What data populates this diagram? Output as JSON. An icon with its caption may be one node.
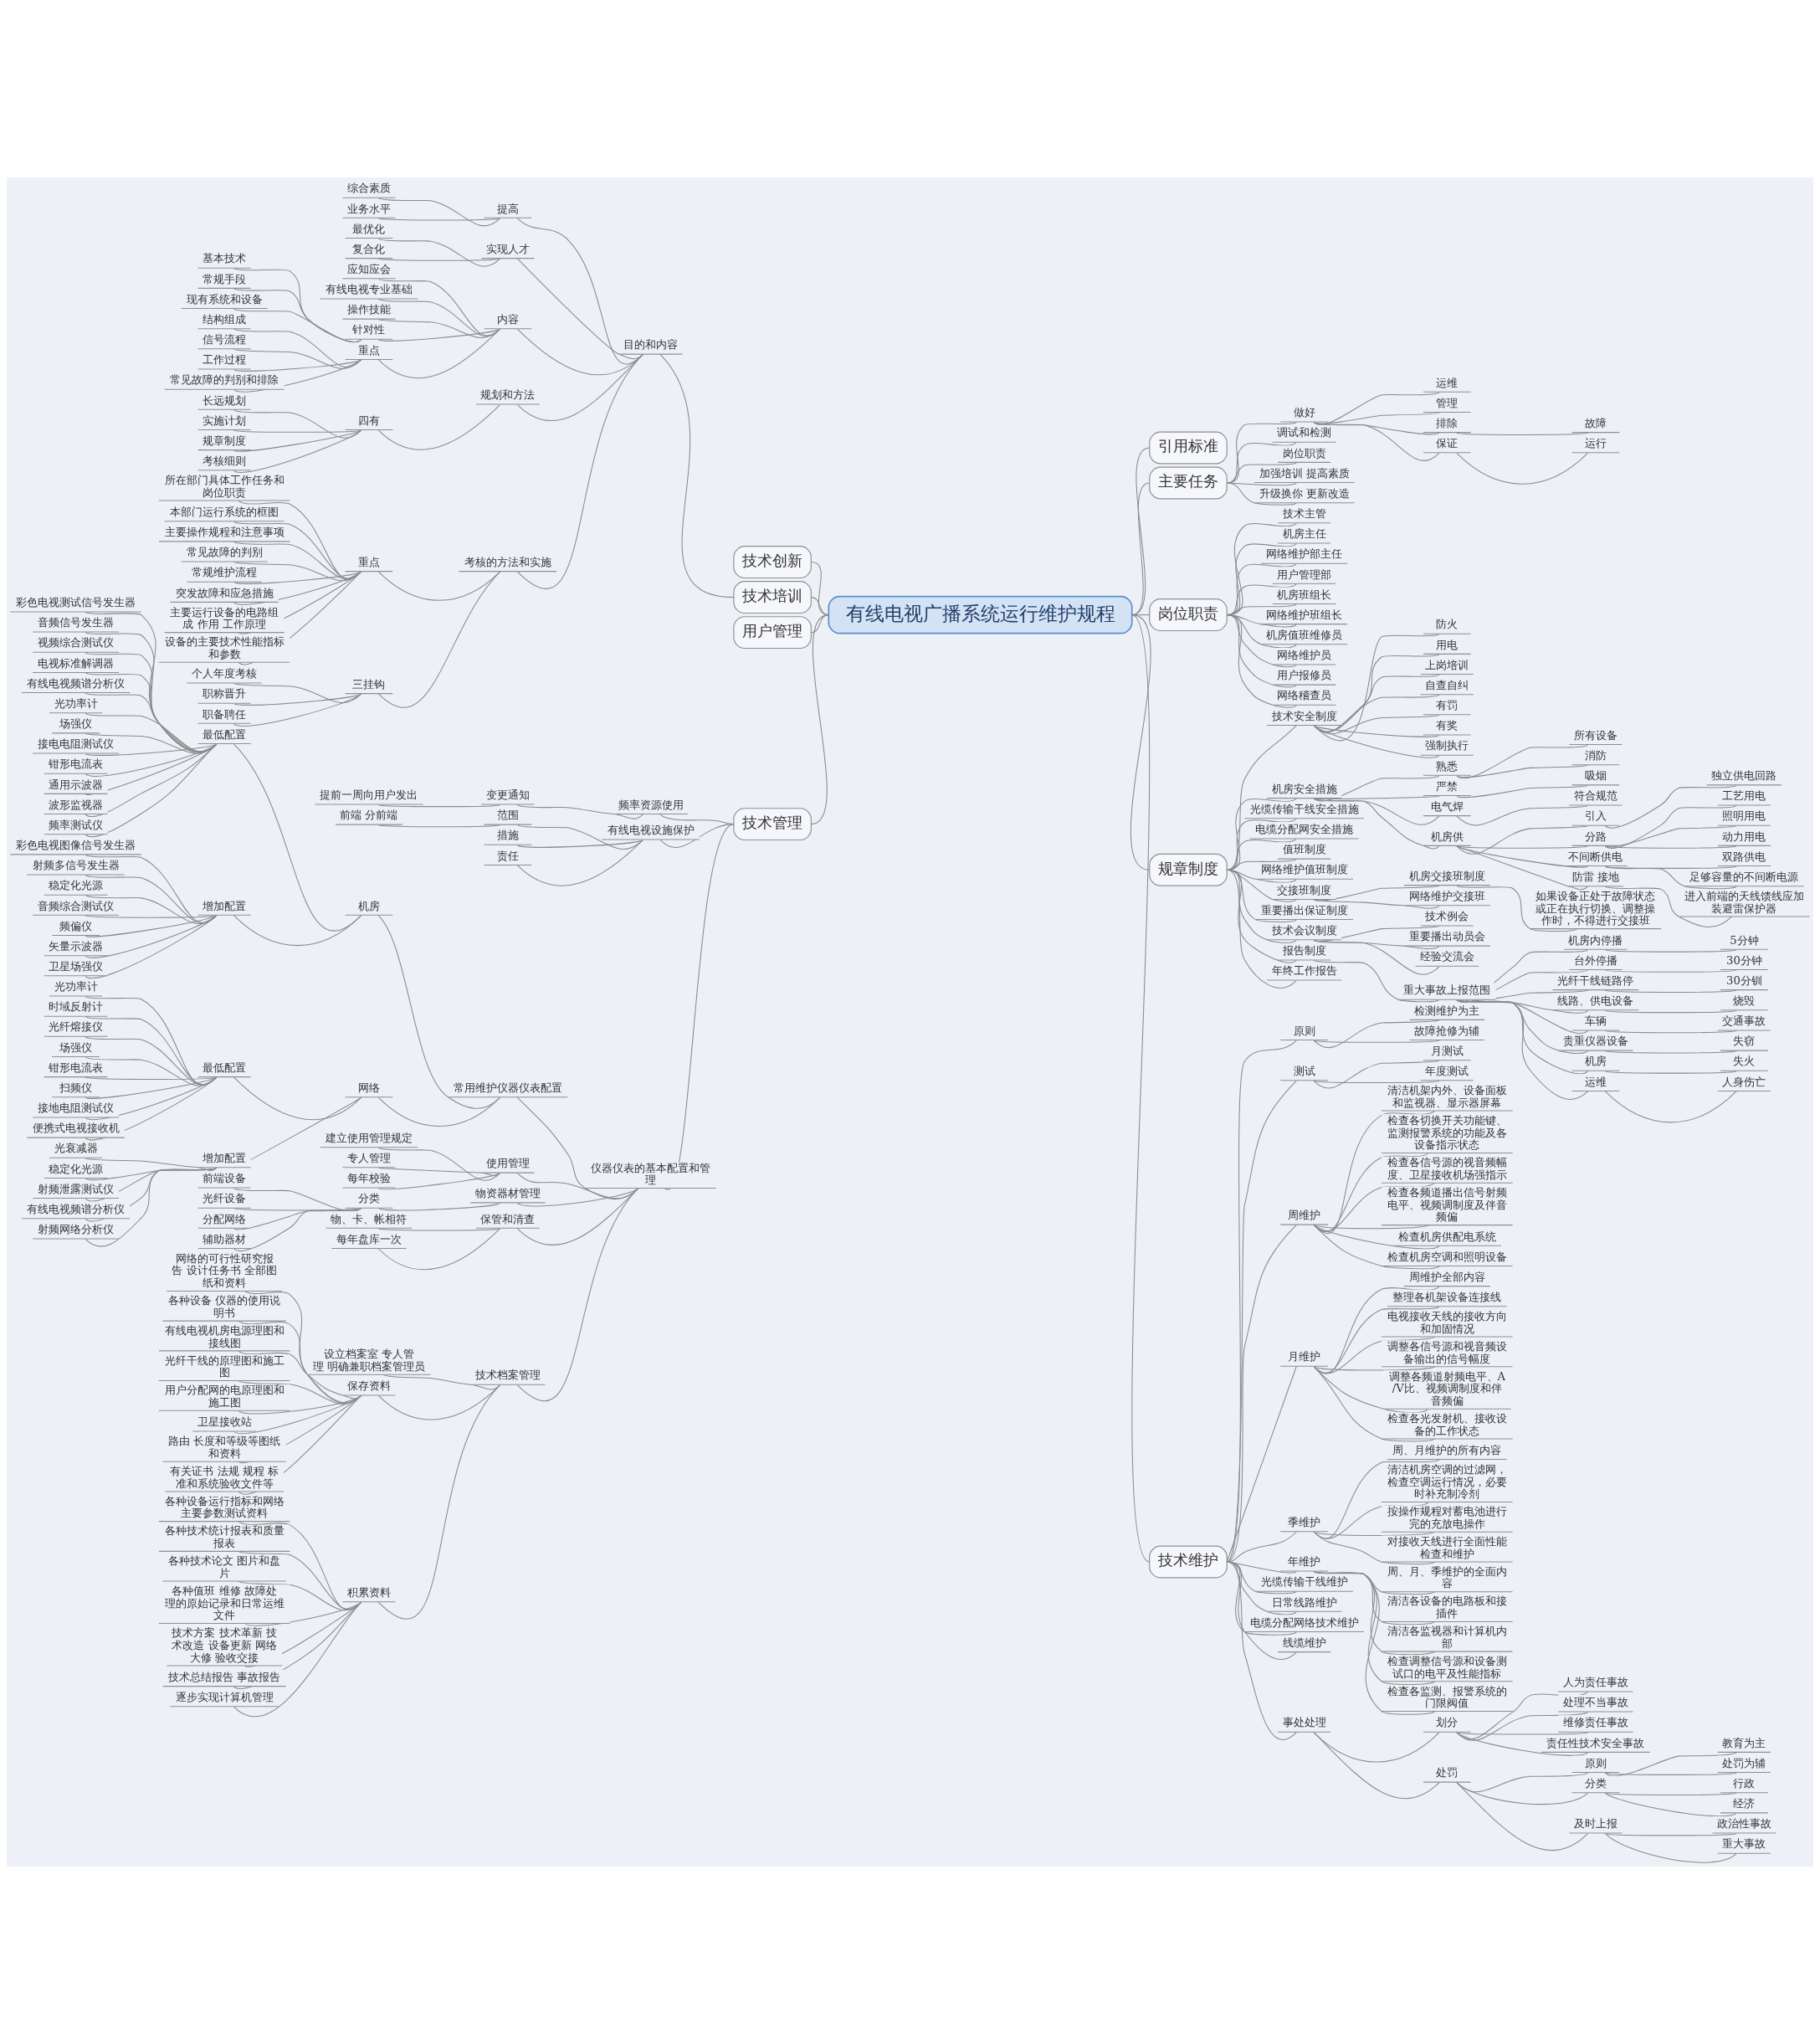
{
  "diagram": {
    "nodes": [
      {
        "text": [
          "有线电视广播系统运行维护规程"
        ]
      },
      {
        "text": [
          "引用标准"
        ]
      },
      {
        "text": [
          "主要任务"
        ]
      },
      {
        "text": [
          "岗位职责"
        ]
      },
      {
        "text": [
          "做好"
        ]
      },
      {
        "text": [
          "运维"
        ]
      },
      {
        "text": [
          "管理"
        ]
      },
      {
        "text": [
          "排除"
        ]
      },
      {
        "text": [
          "故障"
        ]
      },
      {
        "text": [
          "保证"
        ]
      },
      {
        "text": [
          "运行"
        ]
      },
      {
        "text": [
          "调试和检测"
        ]
      },
      {
        "text": [
          "岗位职责"
        ]
      },
      {
        "text": [
          "加强培训 提高素质"
        ]
      },
      {
        "text": [
          "升级换你 更新改造"
        ]
      },
      {
        "text": [
          "技术主管"
        ]
      },
      {
        "text": [
          "机房主任"
        ]
      },
      {
        "text": [
          "网络维护部主任"
        ]
      },
      {
        "text": [
          "用户管理部"
        ]
      },
      {
        "text": [
          "机房班组长"
        ]
      },
      {
        "text": [
          "网络维护班组长"
        ]
      },
      {
        "text": [
          "机房值班维修员"
        ]
      },
      {
        "text": [
          "网络维护员"
        ]
      },
      {
        "text": [
          "用户报修员"
        ]
      },
      {
        "text": [
          "网络稽查员"
        ]
      },
      {
        "text": [
          "规章制度"
        ]
      },
      {
        "text": [
          "技术安全制度"
        ]
      },
      {
        "text": [
          "防火"
        ]
      },
      {
        "text": [
          "用电"
        ]
      },
      {
        "text": [
          "上岗培训"
        ]
      },
      {
        "text": [
          "自查自纠"
        ]
      },
      {
        "text": [
          "有罚"
        ]
      },
      {
        "text": [
          "有奖"
        ]
      },
      {
        "text": [
          "强制执行"
        ]
      },
      {
        "text": [
          "机房安全措施"
        ]
      },
      {
        "text": [
          "熟悉"
        ]
      },
      {
        "text": [
          "所有设备"
        ]
      },
      {
        "text": [
          "消防"
        ]
      },
      {
        "text": [
          "严禁"
        ]
      },
      {
        "text": [
          "吸烟"
        ]
      },
      {
        "text": [
          "电气焊"
        ]
      },
      {
        "text": [
          "符合规范"
        ]
      },
      {
        "text": [
          "机房供"
        ]
      },
      {
        "text": [
          "引入"
        ]
      },
      {
        "text": [
          "独立供电回路"
        ]
      },
      {
        "text": [
          "分路"
        ]
      },
      {
        "text": [
          "工艺用电"
        ]
      },
      {
        "text": [
          "照明用电"
        ]
      },
      {
        "text": [
          "动力用电"
        ]
      },
      {
        "text": [
          "不间断供电"
        ]
      },
      {
        "text": [
          "双路供电"
        ]
      },
      {
        "text": [
          "足够容量的不间断电源"
        ]
      },
      {
        "text": [
          "防雷 接地"
        ]
      },
      {
        "text": [
          "进入前端的天线馈线应加装避雷保护器"
        ]
      },
      {
        "text": [
          "光缆传输干线安全措施"
        ]
      },
      {
        "text": [
          "电缆分配网安全措施"
        ]
      },
      {
        "text": [
          "值班制度"
        ]
      },
      {
        "text": [
          "网络维护值班制度"
        ]
      },
      {
        "text": [
          "交接班制度"
        ]
      },
      {
        "text": [
          "机房交接班制度"
        ]
      },
      {
        "text": [
          "如果设备正处于故障状态或正在执行切换、调整操作时，不得进行交接班"
        ]
      },
      {
        "text": [
          "网络维护交接班"
        ]
      },
      {
        "text": [
          "重要播出保证制度"
        ]
      },
      {
        "text": [
          "技术会议制度"
        ]
      },
      {
        "text": [
          "技术例会"
        ]
      },
      {
        "text": [
          "重要播出动员会"
        ]
      },
      {
        "text": [
          "经验交流会"
        ]
      },
      {
        "text": [
          "报告制度"
        ]
      },
      {
        "text": [
          "重大事故上报范围"
        ]
      },
      {
        "text": [
          "机房内停播"
        ]
      },
      {
        "text": [
          "5分钟"
        ]
      },
      {
        "text": [
          "台外停播"
        ]
      },
      {
        "text": [
          "30分钟"
        ]
      },
      {
        "text": [
          "光纤干线链路停"
        ]
      },
      {
        "text": [
          "30分钏"
        ]
      },
      {
        "text": [
          "线路、供电设备"
        ]
      },
      {
        "text": [
          "烧毁"
        ]
      },
      {
        "text": [
          "车辆"
        ]
      },
      {
        "text": [
          "交通事故"
        ]
      },
      {
        "text": [
          "贵重仪器设备"
        ]
      },
      {
        "text": [
          "失窃"
        ]
      },
      {
        "text": [
          "机房"
        ]
      },
      {
        "text": [
          "失火"
        ]
      },
      {
        "text": [
          "运维"
        ]
      },
      {
        "text": [
          "人身伤亡"
        ]
      },
      {
        "text": [
          "年终工作报告"
        ]
      },
      {
        "text": [
          "技术维护"
        ]
      },
      {
        "text": [
          "原则"
        ]
      },
      {
        "text": [
          "检测维护为主"
        ]
      },
      {
        "text": [
          "故障抢修为辅"
        ]
      },
      {
        "text": [
          "测试"
        ]
      },
      {
        "text": [
          "月测试"
        ]
      },
      {
        "text": [
          "年度测试"
        ]
      },
      {
        "text": [
          "周维护"
        ]
      },
      {
        "text": [
          "清洁机架内外、设备面板和监视器、显示器屏幕"
        ]
      },
      {
        "text": [
          "检查各切换开关功能键、监测报警系统的功能及各设备指示状态"
        ]
      },
      {
        "text": [
          "检查各信号源的视音频幅度、卫星接收机场强指示"
        ]
      },
      {
        "text": [
          "检查各频道播出信号射频电平、视频调制度及伴音频偏"
        ]
      },
      {
        "text": [
          "检查机房供配电系统"
        ]
      },
      {
        "text": [
          "检查机房空调和照明设备"
        ]
      },
      {
        "text": [
          "月维护"
        ]
      },
      {
        "text": [
          "周维护全部内容"
        ]
      },
      {
        "text": [
          "整理各机架设备连接线"
        ]
      },
      {
        "text": [
          "电视接收天线的接收方向和加固情况"
        ]
      },
      {
        "text": [
          "调整各信号源和视音频设备输出的信号幅度"
        ]
      },
      {
        "text": [
          "调整各频道射频电平、A/V比、视频调制度和伴音频偏"
        ]
      },
      {
        "text": [
          "检查各光发射机、接收设备的工作状态"
        ]
      },
      {
        "text": [
          "季维护"
        ]
      },
      {
        "text": [
          "周、月维护的所有内容"
        ]
      },
      {
        "text": [
          "清洁机房空调的过滤网，检查空调运行情况，必要时补充制冷剂"
        ]
      },
      {
        "text": [
          "按操作规程对蓄电池进行完的充放电操作"
        ]
      },
      {
        "text": [
          "对接收天线进行全面性能检查和维护"
        ]
      },
      {
        "text": [
          "年维护"
        ]
      },
      {
        "text": [
          "周、月、季维护的全面内容"
        ]
      },
      {
        "text": [
          "清洁各设备的电路板和接插件"
        ]
      },
      {
        "text": [
          "清洁各监视器和计算机内部"
        ]
      },
      {
        "text": [
          "检查调整信号源和设备测试口的电平及性能指标"
        ]
      },
      {
        "text": [
          "检查各监测、报警系统的门限阀值"
        ]
      },
      {
        "text": [
          "光缆传输干线维护"
        ]
      },
      {
        "text": [
          "日常线路维护"
        ]
      },
      {
        "text": [
          "电缆分配网络技术维护"
        ]
      },
      {
        "text": [
          "线缆维护"
        ]
      },
      {
        "text": [
          "事处处理"
        ]
      },
      {
        "text": [
          "划分"
        ]
      },
      {
        "text": [
          "人为责任事故"
        ]
      },
      {
        "text": [
          "处理不当事故"
        ]
      },
      {
        "text": [
          "维修责任事故"
        ]
      },
      {
        "text": [
          "责任性技术安全事故"
        ]
      },
      {
        "text": [
          "处罚"
        ]
      },
      {
        "text": [
          "原则"
        ]
      },
      {
        "text": [
          "教育为主"
        ]
      },
      {
        "text": [
          "处罚为辅"
        ]
      },
      {
        "text": [
          "分类"
        ]
      },
      {
        "text": [
          "行政"
        ]
      },
      {
        "text": [
          "经济"
        ]
      },
      {
        "text": [
          "及时上报"
        ]
      },
      {
        "text": [
          "政治性事故"
        ]
      },
      {
        "text": [
          "重大事故"
        ]
      },
      {
        "text": [
          "技术创新"
        ]
      },
      {
        "text": [
          "技术培训"
        ]
      },
      {
        "text": [
          "目的和内容"
        ]
      },
      {
        "text": [
          "提高"
        ]
      },
      {
        "text": [
          "综合素质"
        ]
      },
      {
        "text": [
          "业务水平"
        ]
      },
      {
        "text": [
          "实现人才"
        ]
      },
      {
        "text": [
          "最优化"
        ]
      },
      {
        "text": [
          "复合化"
        ]
      },
      {
        "text": [
          "内容"
        ]
      },
      {
        "text": [
          "应知应会"
        ]
      },
      {
        "text": [
          "有线电视专业基础"
        ]
      },
      {
        "text": [
          "操作技能"
        ]
      },
      {
        "text": [
          "针对性"
        ]
      },
      {
        "text": [
          "基本技术"
        ]
      },
      {
        "text": [
          "常规手段"
        ]
      },
      {
        "text": [
          "现有系统和设备"
        ]
      },
      {
        "text": [
          "重点"
        ]
      },
      {
        "text": [
          "结构组成"
        ]
      },
      {
        "text": [
          "信号流程"
        ]
      },
      {
        "text": [
          "工作过程"
        ]
      },
      {
        "text": [
          "常见故障的判别和排除"
        ]
      },
      {
        "text": [
          "规划和方法"
        ]
      },
      {
        "text": [
          "四有"
        ]
      },
      {
        "text": [
          "长远规划"
        ]
      },
      {
        "text": [
          "实施计划"
        ]
      },
      {
        "text": [
          "规章制度"
        ]
      },
      {
        "text": [
          "考核细则"
        ]
      },
      {
        "text": [
          "考核的方法和实施"
        ]
      },
      {
        "text": [
          "重点"
        ]
      },
      {
        "text": [
          "所在部门具体工作任务和岗位职责"
        ]
      },
      {
        "text": [
          "本部门运行系统的框图"
        ]
      },
      {
        "text": [
          "主要操作规程和注意事项"
        ]
      },
      {
        "text": [
          "常见故障的判别"
        ]
      },
      {
        "text": [
          "常规维护流程"
        ]
      },
      {
        "text": [
          "突发故障和应急措施"
        ]
      },
      {
        "text": [
          "主要运行设备的电路组成 作用 工作原理"
        ]
      },
      {
        "text": [
          "设备的主要技术性能指标和参数"
        ]
      },
      {
        "text": [
          "三挂钩"
        ]
      },
      {
        "text": [
          "个人年度考核"
        ]
      },
      {
        "text": [
          "职称晋升"
        ]
      },
      {
        "text": [
          "职备聘任"
        ]
      },
      {
        "text": [
          "用户管理"
        ]
      },
      {
        "text": [
          "技术管理"
        ]
      },
      {
        "text": [
          "频率资源使用"
        ]
      },
      {
        "text": [
          "变更通知"
        ]
      },
      {
        "text": [
          "提前一周向用户发出"
        ]
      },
      {
        "text": [
          "有线电视设施保护"
        ]
      },
      {
        "text": [
          "范围"
        ]
      },
      {
        "text": [
          "前端 分前端"
        ]
      },
      {
        "text": [
          "措施"
        ]
      },
      {
        "text": [
          "责任"
        ]
      },
      {
        "text": [
          "仪器仪表的基本配置和管理"
        ]
      },
      {
        "text": [
          "常用维护仪器仪表配置"
        ]
      },
      {
        "text": [
          "机房"
        ]
      },
      {
        "text": [
          "最低配置"
        ]
      },
      {
        "text": [
          "彩色电视测试信号发生器"
        ]
      },
      {
        "text": [
          "音频信号发生器"
        ]
      },
      {
        "text": [
          "视频综合测试仪"
        ]
      },
      {
        "text": [
          "电视标准解调器"
        ]
      },
      {
        "text": [
          "有线电视频谱分析仪"
        ]
      },
      {
        "text": [
          "光功率计"
        ]
      },
      {
        "text": [
          "场强仪"
        ]
      },
      {
        "text": [
          "接电电阻测试仪"
        ]
      },
      {
        "text": [
          "钳形电流表"
        ]
      },
      {
        "text": [
          "通用示波器"
        ]
      },
      {
        "text": [
          "波形监视器"
        ]
      },
      {
        "text": [
          "频率测试仪"
        ]
      },
      {
        "text": [
          "增加配置"
        ]
      },
      {
        "text": [
          "彩色电视图像信号发生器"
        ]
      },
      {
        "text": [
          "射频多信号发生器"
        ]
      },
      {
        "text": [
          "稳定化光源"
        ]
      },
      {
        "text": [
          "音频综合测试仪"
        ]
      },
      {
        "text": [
          "频偏仪"
        ]
      },
      {
        "text": [
          "矢量示波器"
        ]
      },
      {
        "text": [
          "卫星场强仪"
        ]
      },
      {
        "text": [
          "网络"
        ]
      },
      {
        "text": [
          "最低配置"
        ]
      },
      {
        "text": [
          "光功率计"
        ]
      },
      {
        "text": [
          "时域反射计"
        ]
      },
      {
        "text": [
          "光纤熔接仪"
        ]
      },
      {
        "text": [
          "场强仪"
        ]
      },
      {
        "text": [
          "钳形电流表"
        ]
      },
      {
        "text": [
          "扫频仪"
        ]
      },
      {
        "text": [
          "接地电阻测试仪"
        ]
      },
      {
        "text": [
          "便携式电视接收机"
        ]
      },
      {
        "text": [
          "增加配置"
        ]
      },
      {
        "text": [
          "光衰减器"
        ]
      },
      {
        "text": [
          "稳定化光源"
        ]
      },
      {
        "text": [
          "射频泄露测试仪"
        ]
      },
      {
        "text": [
          "有线电视频谱分析仪"
        ]
      },
      {
        "text": [
          "射频网络分析仪"
        ]
      },
      {
        "text": [
          "使用管理"
        ]
      },
      {
        "text": [
          "建立使用管理规定"
        ]
      },
      {
        "text": [
          "专人管理"
        ]
      },
      {
        "text": [
          "每年校验"
        ]
      },
      {
        "text": [
          "物资器材管理"
        ]
      },
      {
        "text": [
          "分类"
        ]
      },
      {
        "text": [
          "前端设备"
        ]
      },
      {
        "text": [
          "光纤设备"
        ]
      },
      {
        "text": [
          "分配网络"
        ]
      },
      {
        "text": [
          "辅助器材"
        ]
      },
      {
        "text": [
          "保管和清查"
        ]
      },
      {
        "text": [
          "物、卡、帐相符"
        ]
      },
      {
        "text": [
          "每年盘库一次"
        ]
      },
      {
        "text": [
          "技术档案管理"
        ]
      },
      {
        "text": [
          "设立档案室 专人管理 明确兼职档案管理员"
        ]
      },
      {
        "text": [
          "保存资料"
        ]
      },
      {
        "text": [
          "网络的可行性研究报告 设计任务书 全部图纸和资料"
        ]
      },
      {
        "text": [
          "各种设备 仪器的使用说明书"
        ]
      },
      {
        "text": [
          "有线电视机房电源理图和接线图"
        ]
      },
      {
        "text": [
          "光纤干线的原理图和施工图"
        ]
      },
      {
        "text": [
          "用户分配网的电原理图和施工图"
        ]
      },
      {
        "text": [
          "卫星接收站"
        ]
      },
      {
        "text": [
          "路由 长度和等级等图纸和资料"
        ]
      },
      {
        "text": [
          "有关证书 法规 规程 标准和系统验收文件等"
        ]
      },
      {
        "text": [
          "积累资料"
        ]
      },
      {
        "text": [
          "各种设备运行指标和网络主要参数测试资料"
        ]
      },
      {
        "text": [
          "各种技术统计报表和质量报表"
        ]
      },
      {
        "text": [
          "各种技术论文 图片和盘片"
        ]
      },
      {
        "text": [
          "各种值班 维修 故障处理的原始记录和日常运维文件"
        ]
      },
      {
        "text": [
          "技术方案 技术革新 技术改造 设备更新 网络大修 验收交接"
        ]
      },
      {
        "text": [
          "技术总结报告 事故报告"
        ]
      },
      {
        "text": [
          "逐步实现计算机管理"
        ]
      }
    ],
    "edges": [
      {
        "from": 0,
        "to": 1,
        "arrow": "none"
      },
      {
        "from": 0,
        "to": 2,
        "arrow": "none"
      },
      {
        "from": 2,
        "to": 4,
        "arrow": "none"
      },
      {
        "from": 4,
        "to": 5,
        "arrow": "none"
      },
      {
        "from": 4,
        "to": 6,
        "arrow": "none"
      },
      {
        "from": 4,
        "to": 7,
        "arrow": "none"
      },
      {
        "from": 7,
        "to": 8,
        "arrow": "none"
      },
      {
        "from": 4,
        "to": 9,
        "arrow": "none"
      },
      {
        "from": 9,
        "to": 10,
        "arrow": "none"
      },
      {
        "from": 2,
        "to": 11,
        "arrow": "none"
      },
      {
        "from": 2,
        "to": 12,
        "arrow": "none"
      },
      {
        "from": 2,
        "to": 13,
        "arrow": "none"
      },
      {
        "from": 2,
        "to": 14,
        "arrow": "none"
      },
      {
        "from": 0,
        "to": 3,
        "arrow": "none"
      },
      {
        "from": 3,
        "to": 15,
        "arrow": "none"
      },
      {
        "from": 3,
        "to": 16,
        "arrow": "none"
      },
      {
        "from": 3,
        "to": 17,
        "arrow": "none"
      },
      {
        "from": 3,
        "to": 18,
        "arrow": "none"
      },
      {
        "from": 3,
        "to": 19,
        "arrow": "none"
      },
      {
        "from": 3,
        "to": 20,
        "arrow": "none"
      },
      {
        "from": 3,
        "to": 21,
        "arrow": "none"
      },
      {
        "from": 3,
        "to": 22,
        "arrow": "none"
      },
      {
        "from": 3,
        "to": 23,
        "arrow": "none"
      },
      {
        "from": 3,
        "to": 24,
        "arrow": "none"
      },
      {
        "from": 0,
        "to": 25,
        "arrow": "none"
      },
      {
        "from": 25,
        "to": 26,
        "arrow": "none"
      },
      {
        "from": 26,
        "to": 27,
        "arrow": "none"
      },
      {
        "from": 26,
        "to": 28,
        "arrow": "none"
      },
      {
        "from": 26,
        "to": 29,
        "arrow": "none"
      },
      {
        "from": 26,
        "to": 30,
        "arrow": "none"
      },
      {
        "from": 26,
        "to": 31,
        "arrow": "none"
      },
      {
        "from": 26,
        "to": 32,
        "arrow": "none"
      },
      {
        "from": 26,
        "to": 33,
        "arrow": "none"
      },
      {
        "from": 25,
        "to": 34,
        "arrow": "none"
      },
      {
        "from": 34,
        "to": 35,
        "arrow": "none"
      },
      {
        "from": 35,
        "to": 36,
        "arrow": "none"
      },
      {
        "from": 35,
        "to": 37,
        "arrow": "none"
      },
      {
        "from": 34,
        "to": 38,
        "arrow": "none"
      },
      {
        "from": 38,
        "to": 39,
        "arrow": "none"
      },
      {
        "from": 34,
        "to": 40,
        "arrow": "none"
      },
      {
        "from": 40,
        "to": 41,
        "arrow": "none"
      },
      {
        "from": 34,
        "to": 42,
        "arrow": "none"
      },
      {
        "from": 42,
        "to": 43,
        "arrow": "none"
      },
      {
        "from": 43,
        "to": 44,
        "arrow": "none"
      },
      {
        "from": 42,
        "to": 45,
        "arrow": "none"
      },
      {
        "from": 45,
        "to": 46,
        "arrow": "none"
      },
      {
        "from": 45,
        "to": 47,
        "arrow": "none"
      },
      {
        "from": 45,
        "to": 48,
        "arrow": "none"
      },
      {
        "from": 42,
        "to": 49,
        "arrow": "none"
      },
      {
        "from": 49,
        "to": 50,
        "arrow": "none"
      },
      {
        "from": 49,
        "to": 51,
        "arrow": "none"
      },
      {
        "from": 42,
        "to": 52,
        "arrow": "none"
      },
      {
        "from": 52,
        "to": 53,
        "arrow": "none"
      },
      {
        "from": 25,
        "to": 54,
        "arrow": "none"
      },
      {
        "from": 25,
        "to": 55,
        "arrow": "none"
      },
      {
        "from": 25,
        "to": 56,
        "arrow": "none"
      },
      {
        "from": 25,
        "to": 57,
        "arrow": "none"
      },
      {
        "from": 25,
        "to": 58,
        "arrow": "none"
      },
      {
        "from": 58,
        "to": 59,
        "arrow": "none"
      },
      {
        "from": 59,
        "to": 60,
        "arrow": "none"
      },
      {
        "from": 58,
        "to": 61,
        "arrow": "none"
      },
      {
        "from": 25,
        "to": 62,
        "arrow": "none"
      },
      {
        "from": 25,
        "to": 63,
        "arrow": "none"
      },
      {
        "from": 63,
        "to": 64,
        "arrow": "none"
      },
      {
        "from": 63,
        "to": 65,
        "arrow": "none"
      },
      {
        "from": 63,
        "to": 66,
        "arrow": "none"
      },
      {
        "from": 25,
        "to": 67,
        "arrow": "none"
      },
      {
        "from": 67,
        "to": 68,
        "arrow": "none"
      },
      {
        "from": 68,
        "to": 69,
        "arrow": "none"
      },
      {
        "from": 69,
        "to": 70,
        "arrow": "none"
      },
      {
        "from": 68,
        "to": 71,
        "arrow": "none"
      },
      {
        "from": 71,
        "to": 72,
        "arrow": "none"
      },
      {
        "from": 68,
        "to": 73,
        "arrow": "none"
      },
      {
        "from": 73,
        "to": 74,
        "arrow": "none"
      },
      {
        "from": 68,
        "to": 75,
        "arrow": "none"
      },
      {
        "from": 75,
        "to": 76,
        "arrow": "none"
      },
      {
        "from": 68,
        "to": 77,
        "arrow": "none"
      },
      {
        "from": 77,
        "to": 78,
        "arrow": "none"
      },
      {
        "from": 68,
        "to": 79,
        "arrow": "none"
      },
      {
        "from": 79,
        "to": 80,
        "arrow": "none"
      },
      {
        "from": 68,
        "to": 81,
        "arrow": "none"
      },
      {
        "from": 81,
        "to": 82,
        "arrow": "none"
      },
      {
        "from": 68,
        "to": 83,
        "arrow": "none"
      },
      {
        "from": 83,
        "to": 84,
        "arrow": "none"
      },
      {
        "from": 25,
        "to": 85,
        "arrow": "none"
      },
      {
        "from": 0,
        "to": 86,
        "arrow": "none"
      },
      {
        "from": 86,
        "to": 87,
        "arrow": "none"
      },
      {
        "from": 87,
        "to": 88,
        "arrow": "none"
      },
      {
        "from": 87,
        "to": 89,
        "arrow": "none"
      },
      {
        "from": 86,
        "to": 90,
        "arrow": "none"
      },
      {
        "from": 90,
        "to": 91,
        "arrow": "none"
      },
      {
        "from": 90,
        "to": 92,
        "arrow": "none"
      },
      {
        "from": 86,
        "to": 93,
        "arrow": "none"
      },
      {
        "from": 93,
        "to": 94,
        "arrow": "none"
      },
      {
        "from": 93,
        "to": 95,
        "arrow": "none"
      },
      {
        "from": 93,
        "to": 96,
        "arrow": "none"
      },
      {
        "from": 93,
        "to": 97,
        "arrow": "none"
      },
      {
        "from": 93,
        "to": 98,
        "arrow": "none"
      },
      {
        "from": 93,
        "to": 99,
        "arrow": "none"
      },
      {
        "from": 86,
        "to": 100,
        "arrow": "none"
      },
      {
        "from": 100,
        "to": 101,
        "arrow": "none"
      },
      {
        "from": 100,
        "to": 102,
        "arrow": "none"
      },
      {
        "from": 100,
        "to": 103,
        "arrow": "none"
      },
      {
        "from": 100,
        "to": 104,
        "arrow": "none"
      },
      {
        "from": 100,
        "to": 105,
        "arrow": "none"
      },
      {
        "from": 100,
        "to": 106,
        "arrow": "none"
      },
      {
        "from": 86,
        "to": 107,
        "arrow": "none"
      },
      {
        "from": 107,
        "to": 108,
        "arrow": "none"
      },
      {
        "from": 107,
        "to": 109,
        "arrow": "none"
      },
      {
        "from": 107,
        "to": 110,
        "arrow": "none"
      },
      {
        "from": 107,
        "to": 111,
        "arrow": "none"
      },
      {
        "from": 86,
        "to": 112,
        "arrow": "none"
      },
      {
        "from": 112,
        "to": 113,
        "arrow": "none"
      },
      {
        "from": 112,
        "to": 114,
        "arrow": "none"
      },
      {
        "from": 112,
        "to": 115,
        "arrow": "none"
      },
      {
        "from": 112,
        "to": 116,
        "arrow": "none"
      },
      {
        "from": 112,
        "to": 117,
        "arrow": "none"
      },
      {
        "from": 86,
        "to": 118,
        "arrow": "none"
      },
      {
        "from": 86,
        "to": 119,
        "arrow": "none"
      },
      {
        "from": 86,
        "to": 120,
        "arrow": "none"
      },
      {
        "from": 86,
        "to": 121,
        "arrow": "none"
      },
      {
        "from": 86,
        "to": 122,
        "arrow": "none"
      },
      {
        "from": 122,
        "to": 123,
        "arrow": "none"
      },
      {
        "from": 123,
        "to": 124,
        "arrow": "none"
      },
      {
        "from": 123,
        "to": 125,
        "arrow": "none"
      },
      {
        "from": 123,
        "to": 126,
        "arrow": "none"
      },
      {
        "from": 123,
        "to": 127,
        "arrow": "none"
      },
      {
        "from": 122,
        "to": 128,
        "arrow": "none"
      },
      {
        "from": 128,
        "to": 129,
        "arrow": "none"
      },
      {
        "from": 129,
        "to": 130,
        "arrow": "none"
      },
      {
        "from": 129,
        "to": 131,
        "arrow": "none"
      },
      {
        "from": 128,
        "to": 132,
        "arrow": "none"
      },
      {
        "from": 132,
        "to": 133,
        "arrow": "none"
      },
      {
        "from": 132,
        "to": 134,
        "arrow": "none"
      },
      {
        "from": 128,
        "to": 135,
        "arrow": "none"
      },
      {
        "from": 135,
        "to": 136,
        "arrow": "none"
      },
      {
        "from": 135,
        "to": 137,
        "arrow": "none"
      },
      {
        "from": 0,
        "to": 138,
        "arrow": "none"
      },
      {
        "from": 0,
        "to": 139,
        "arrow": "none"
      },
      {
        "from": 139,
        "to": 140,
        "arrow": "none"
      },
      {
        "from": 140,
        "to": 141,
        "arrow": "none"
      },
      {
        "from": 141,
        "to": 142,
        "arrow": "none"
      },
      {
        "from": 141,
        "to": 143,
        "arrow": "none"
      },
      {
        "from": 140,
        "to": 144,
        "arrow": "none"
      },
      {
        "from": 144,
        "to": 145,
        "arrow": "none"
      },
      {
        "from": 144,
        "to": 146,
        "arrow": "none"
      },
      {
        "from": 140,
        "to": 147,
        "arrow": "none"
      },
      {
        "from": 147,
        "to": 148,
        "arrow": "none"
      },
      {
        "from": 147,
        "to": 149,
        "arrow": "none"
      },
      {
        "from": 147,
        "to": 150,
        "arrow": "none"
      },
      {
        "from": 147,
        "to": 151,
        "arrow": "none"
      },
      {
        "from": 151,
        "to": 152,
        "arrow": "none"
      },
      {
        "from": 151,
        "to": 153,
        "arrow": "none"
      },
      {
        "from": 151,
        "to": 154,
        "arrow": "none"
      },
      {
        "from": 147,
        "to": 155,
        "arrow": "none"
      },
      {
        "from": 155,
        "to": 156,
        "arrow": "none"
      },
      {
        "from": 155,
        "to": 157,
        "arrow": "none"
      },
      {
        "from": 155,
        "to": 158,
        "arrow": "none"
      },
      {
        "from": 155,
        "to": 159,
        "arrow": "none"
      },
      {
        "from": 140,
        "to": 160,
        "arrow": "none"
      },
      {
        "from": 160,
        "to": 161,
        "arrow": "none"
      },
      {
        "from": 161,
        "to": 162,
        "arrow": "none"
      },
      {
        "from": 161,
        "to": 163,
        "arrow": "none"
      },
      {
        "from": 161,
        "to": 164,
        "arrow": "none"
      },
      {
        "from": 161,
        "to": 165,
        "arrow": "none"
      },
      {
        "from": 140,
        "to": 166,
        "arrow": "none"
      },
      {
        "from": 166,
        "to": 167,
        "arrow": "none"
      },
      {
        "from": 167,
        "to": 168,
        "arrow": "none"
      },
      {
        "from": 167,
        "to": 169,
        "arrow": "none"
      },
      {
        "from": 167,
        "to": 170,
        "arrow": "none"
      },
      {
        "from": 167,
        "to": 171,
        "arrow": "none"
      },
      {
        "from": 167,
        "to": 172,
        "arrow": "none"
      },
      {
        "from": 167,
        "to": 173,
        "arrow": "none"
      },
      {
        "from": 167,
        "to": 174,
        "arrow": "none"
      },
      {
        "from": 167,
        "to": 175,
        "arrow": "none"
      },
      {
        "from": 166,
        "to": 176,
        "arrow": "none"
      },
      {
        "from": 176,
        "to": 177,
        "arrow": "none"
      },
      {
        "from": 176,
        "to": 178,
        "arrow": "none"
      },
      {
        "from": 176,
        "to": 179,
        "arrow": "none"
      },
      {
        "from": 0,
        "to": 180,
        "arrow": "none"
      },
      {
        "from": 0,
        "to": 181,
        "arrow": "none"
      },
      {
        "from": 181,
        "to": 182,
        "arrow": "none"
      },
      {
        "from": 182,
        "to": 183,
        "arrow": "none"
      },
      {
        "from": 183,
        "to": 184,
        "arrow": "none"
      },
      {
        "from": 181,
        "to": 185,
        "arrow": "none"
      },
      {
        "from": 185,
        "to": 186,
        "arrow": "none"
      },
      {
        "from": 186,
        "to": 187,
        "arrow": "none"
      },
      {
        "from": 185,
        "to": 188,
        "arrow": "none"
      },
      {
        "from": 185,
        "to": 189,
        "arrow": "none"
      },
      {
        "from": 181,
        "to": 190,
        "arrow": "none"
      },
      {
        "from": 190,
        "to": 191,
        "arrow": "none"
      },
      {
        "from": 191,
        "to": 192,
        "arrow": "none"
      },
      {
        "from": 192,
        "to": 193,
        "arrow": "none"
      },
      {
        "from": 193,
        "to": 194,
        "arrow": "none"
      },
      {
        "from": 193,
        "to": 195,
        "arrow": "none"
      },
      {
        "from": 193,
        "to": 196,
        "arrow": "none"
      },
      {
        "from": 193,
        "to": 197,
        "arrow": "none"
      },
      {
        "from": 193,
        "to": 198,
        "arrow": "none"
      },
      {
        "from": 193,
        "to": 199,
        "arrow": "none"
      },
      {
        "from": 193,
        "to": 200,
        "arrow": "none"
      },
      {
        "from": 193,
        "to": 201,
        "arrow": "none"
      },
      {
        "from": 193,
        "to": 202,
        "arrow": "none"
      },
      {
        "from": 193,
        "to": 203,
        "arrow": "none"
      },
      {
        "from": 193,
        "to": 204,
        "arrow": "none"
      },
      {
        "from": 193,
        "to": 205,
        "arrow": "none"
      },
      {
        "from": 192,
        "to": 206,
        "arrow": "none"
      },
      {
        "from": 206,
        "to": 207,
        "arrow": "none"
      },
      {
        "from": 206,
        "to": 208,
        "arrow": "none"
      },
      {
        "from": 206,
        "to": 209,
        "arrow": "none"
      },
      {
        "from": 206,
        "to": 210,
        "arrow": "none"
      },
      {
        "from": 206,
        "to": 211,
        "arrow": "none"
      },
      {
        "from": 206,
        "to": 212,
        "arrow": "none"
      },
      {
        "from": 206,
        "to": 213,
        "arrow": "none"
      },
      {
        "from": 191,
        "to": 214,
        "arrow": "none"
      },
      {
        "from": 214,
        "to": 215,
        "arrow": "none"
      },
      {
        "from": 215,
        "to": 216,
        "arrow": "none"
      },
      {
        "from": 215,
        "to": 217,
        "arrow": "none"
      },
      {
        "from": 215,
        "to": 218,
        "arrow": "none"
      },
      {
        "from": 215,
        "to": 219,
        "arrow": "none"
      },
      {
        "from": 215,
        "to": 220,
        "arrow": "none"
      },
      {
        "from": 215,
        "to": 221,
        "arrow": "none"
      },
      {
        "from": 215,
        "to": 222,
        "arrow": "none"
      },
      {
        "from": 215,
        "to": 223,
        "arrow": "none"
      },
      {
        "from": 214,
        "to": 224,
        "arrow": "none"
      },
      {
        "from": 224,
        "to": 225,
        "arrow": "none"
      },
      {
        "from": 224,
        "to": 226,
        "arrow": "none"
      },
      {
        "from": 224,
        "to": 227,
        "arrow": "none"
      },
      {
        "from": 224,
        "to": 228,
        "arrow": "none"
      },
      {
        "from": 224,
        "to": 229,
        "arrow": "none"
      },
      {
        "from": 190,
        "to": 230,
        "arrow": "none"
      },
      {
        "from": 230,
        "to": 231,
        "arrow": "none"
      },
      {
        "from": 230,
        "to": 232,
        "arrow": "none"
      },
      {
        "from": 230,
        "to": 233,
        "arrow": "none"
      },
      {
        "from": 190,
        "to": 234,
        "arrow": "none"
      },
      {
        "from": 234,
        "to": 235,
        "arrow": "none"
      },
      {
        "from": 235,
        "to": 236,
        "arrow": "none"
      },
      {
        "from": 235,
        "to": 237,
        "arrow": "none"
      },
      {
        "from": 235,
        "to": 238,
        "arrow": "none"
      },
      {
        "from": 235,
        "to": 239,
        "arrow": "none"
      },
      {
        "from": 190,
        "to": 240,
        "arrow": "none"
      },
      {
        "from": 240,
        "to": 241,
        "arrow": "none"
      },
      {
        "from": 240,
        "to": 242,
        "arrow": "none"
      },
      {
        "from": 190,
        "to": 243,
        "arrow": "none"
      },
      {
        "from": 243,
        "to": 244,
        "arrow": "none"
      },
      {
        "from": 243,
        "to": 245,
        "arrow": "none"
      },
      {
        "from": 245,
        "to": 246,
        "arrow": "none"
      },
      {
        "from": 245,
        "to": 247,
        "arrow": "none"
      },
      {
        "from": 245,
        "to": 248,
        "arrow": "none"
      },
      {
        "from": 245,
        "to": 249,
        "arrow": "none"
      },
      {
        "from": 245,
        "to": 250,
        "arrow": "none"
      },
      {
        "from": 245,
        "to": 251,
        "arrow": "none"
      },
      {
        "from": 245,
        "to": 252,
        "arrow": "none"
      },
      {
        "from": 245,
        "to": 253,
        "arrow": "none"
      },
      {
        "from": 243,
        "to": 254,
        "arrow": "none"
      },
      {
        "from": 254,
        "to": 255,
        "arrow": "none"
      },
      {
        "from": 254,
        "to": 256,
        "arrow": "none"
      },
      {
        "from": 254,
        "to": 257,
        "arrow": "none"
      },
      {
        "from": 254,
        "to": 258,
        "arrow": "none"
      },
      {
        "from": 254,
        "to": 259,
        "arrow": "none"
      },
      {
        "from": 254,
        "to": 260,
        "arrow": "none"
      },
      {
        "from": 254,
        "to": 261,
        "arrow": "none"
      }
    ]
  }
}
